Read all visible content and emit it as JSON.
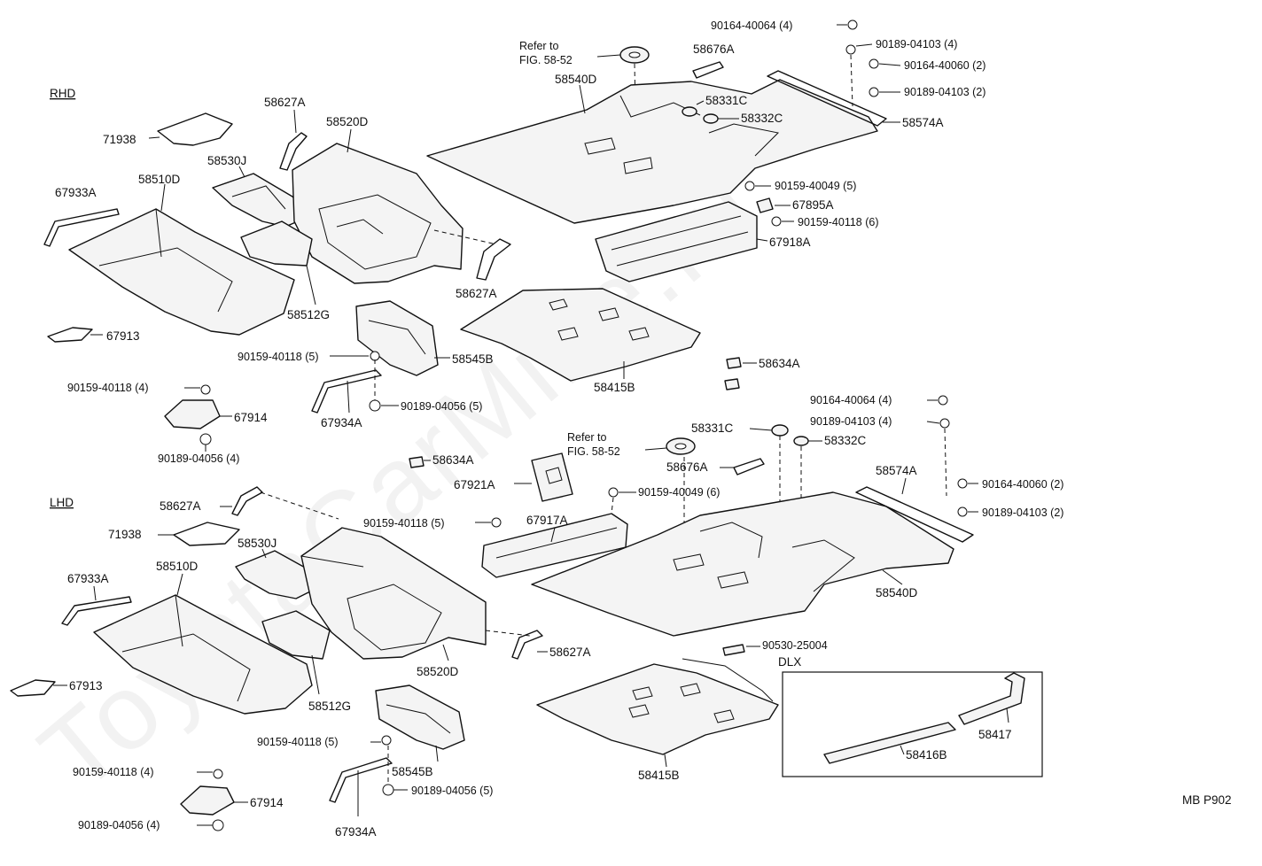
{
  "watermark": "ToyotaCarMine.ru",
  "sections": {
    "rhd": "RHD",
    "lhd": "LHD",
    "dlx": "DLX"
  },
  "refs": {
    "rhd_refer_1": "Refer to",
    "rhd_refer_2": "FIG. 58-52",
    "lhd_refer_1": "Refer to",
    "lhd_refer_2": "FIG. 58-52"
  },
  "code": "MB P902",
  "labels": {
    "r_90164_40064": "90164-40064 (4)",
    "r_90189_04103a": "90189-04103 (4)",
    "r_90164_40060": "90164-40060 (2)",
    "r_90189_04103b": "90189-04103 (2)",
    "r_58676A": "58676A",
    "r_58540D": "58540D",
    "r_58331C": "58331C",
    "r_58332C": "58332C",
    "r_58574A": "58574A",
    "r_90159_40049": "90159-40049 (5)",
    "r_67895A": "67895A",
    "r_90159_40118b": "90159-40118 (6)",
    "r_67918A": "67918A",
    "r_58627A_top": "58627A",
    "r_58520D": "58520D",
    "r_71938": "71938",
    "r_58530J": "58530J",
    "r_58510D": "58510D",
    "r_67933A": "67933A",
    "r_58627A_mid": "58627A",
    "r_58512G": "58512G",
    "r_67913": "67913",
    "r_90159_40118a": "90159-40118 (5)",
    "r_58545B": "58545B",
    "r_58634A": "58634A",
    "r_58415B": "58415B",
    "r_90159_40118c": "90159-40118 (4)",
    "r_67914": "67914",
    "r_67934A": "67934A",
    "r_90189_04056a": "90189-04056 (5)",
    "r_90189_04056b": "90189-04056 (4)",
    "l_90164_40064": "90164-40064 (4)",
    "l_90189_04103a": "90189-04103 (4)",
    "l_58331C": "58331C",
    "l_58332C": "58332C",
    "l_58634A": "58634A",
    "l_58676A": "58676A",
    "l_58574A": "58574A",
    "l_67921A": "67921A",
    "l_90159_40049": "90159-40049 (6)",
    "l_90164_40060": "90164-40060 (2)",
    "l_90189_04103b": "90189-04103 (2)",
    "l_58627A_top": "58627A",
    "l_90159_40118a": "90159-40118 (5)",
    "l_67917A": "67917A",
    "l_71938": "71938",
    "l_58530J": "58530J",
    "l_67933A": "67933A",
    "l_58510D": "58510D",
    "l_58540D": "58540D",
    "l_90530_25004": "90530-25004",
    "l_58520D": "58520D",
    "l_58627A_right": "58627A",
    "l_67913": "67913",
    "l_58512G": "58512G",
    "l_58417": "58417",
    "l_90159_40118b": "90159-40118 (5)",
    "l_58545B": "58545B",
    "l_58416B": "58416B",
    "l_90159_40118c": "90159-40118 (4)",
    "l_90189_04056a": "90189-04056 (5)",
    "l_58415B": "58415B",
    "l_67914": "67914",
    "l_90189_04056b": "90189-04056 (4)",
    "l_67934A": "67934A"
  }
}
